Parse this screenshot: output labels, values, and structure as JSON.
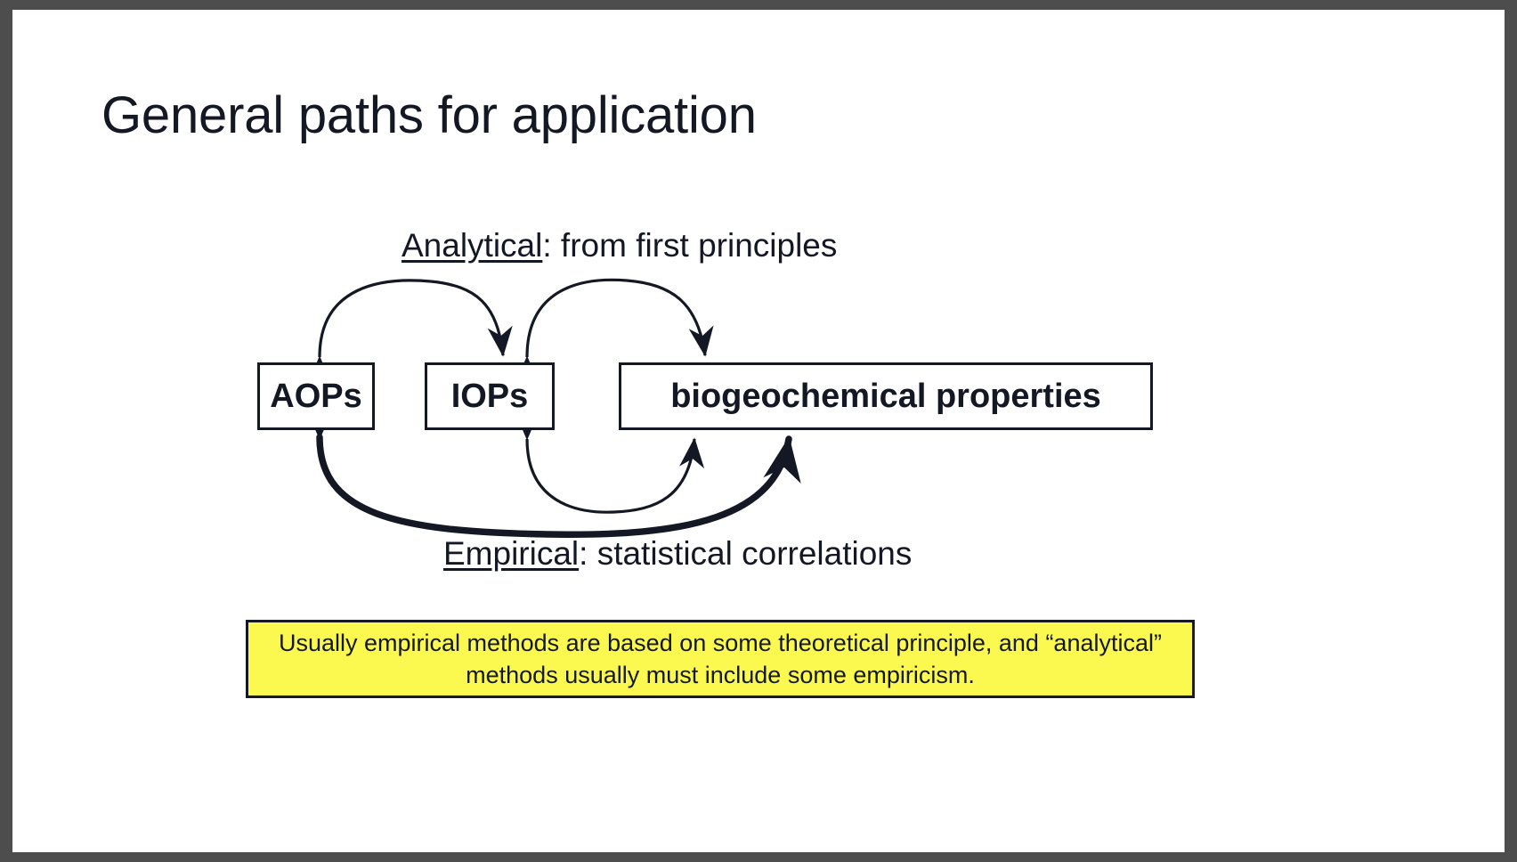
{
  "slide": {
    "title": "General paths for application",
    "background_color": "#ffffff",
    "frame_color": "#4d4d4d",
    "text_color": "#141824"
  },
  "captions": {
    "analytical": {
      "emphasis": "Analytical",
      "rest": ": from first principles",
      "full": "Analytical: from first principles"
    },
    "empirical": {
      "emphasis": "Empirical",
      "rest": ": statistical correlations",
      "full": "Empirical: statistical correlations"
    }
  },
  "diagram": {
    "type": "flow-diagram",
    "nodes": [
      {
        "id": "aops",
        "label": "AOPs"
      },
      {
        "id": "iops",
        "label": "IOPs"
      },
      {
        "id": "biogeo",
        "label": "biogeochemical properties"
      }
    ],
    "edges": [
      {
        "from": "aops",
        "to": "iops",
        "style": "arc-above",
        "direction": "both",
        "weight": "thin",
        "group": "analytical"
      },
      {
        "from": "iops",
        "to": "biogeo",
        "style": "arc-above",
        "direction": "both",
        "weight": "thin",
        "group": "analytical"
      },
      {
        "from": "iops",
        "to": "biogeo",
        "style": "arc-below",
        "direction": "both",
        "weight": "thin",
        "group": "empirical"
      },
      {
        "from": "biogeo",
        "to": "aops",
        "style": "arc-below-wide",
        "direction": "both",
        "weight": "thick",
        "group": "empirical"
      }
    ]
  },
  "note": {
    "background_color": "#fbf94f",
    "line1": "Usually empirical methods are based on some theoretical principle, and “analytical”",
    "line2": "methods usually must include some empiricism."
  }
}
